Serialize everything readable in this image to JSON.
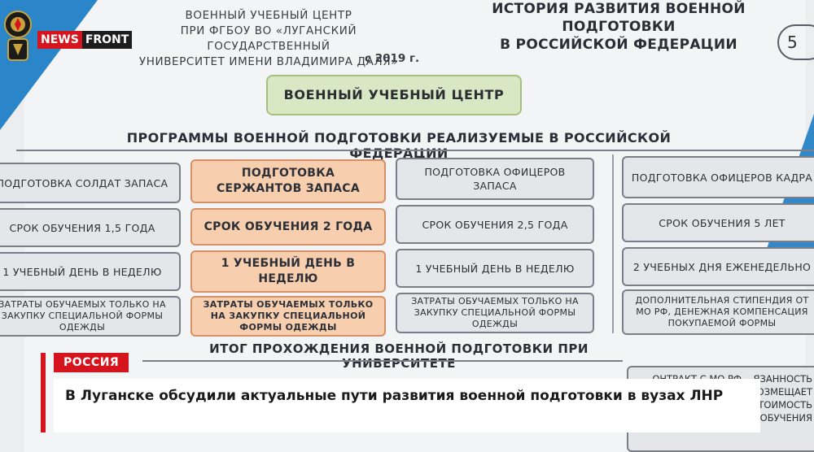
{
  "overlay": {
    "brand_news": "NEWS",
    "brand_front": "FRONT",
    "tag": "РОССИЯ",
    "caption": "В Луганске обсудили актуальные пути развития военной подготовки в вузах ЛНР"
  },
  "slide": {
    "header_left_line1": "ВОЕННЫЙ УЧЕБНЫЙ ЦЕНТР",
    "header_left_line2": "ПРИ ФГБОУ ВО «ЛУГАНСКИЙ ГОСУДАРСТВЕННЫЙ",
    "header_left_line3": "УНИВЕРСИТЕТ ИМЕНИ ВЛАДИМИРА ДАЛЯ»",
    "since": "с 2019 г.",
    "history_title_line1": "ИСТОРИЯ РАЗВИТИЯ ВОЕННОЙ ПОДГОТОВКИ",
    "history_title_line2": "В РОССИЙСКОЙ ФЕДЕРАЦИИ",
    "page_number": "5",
    "vuc_box": "ВОЕННЫЙ УЧЕБНЫЙ ЦЕНТР",
    "programs_title": "ПРОГРАММЫ ВОЕННОЙ ПОДГОТОВКИ РЕАЛИЗУЕМЫЕ В РОССИЙСКОЙ ФЕДЕРАЦИИ",
    "columns": [
      {
        "items": [
          "ПОДГОТОВКА СОЛДАТ ЗАПАСА",
          "СРОК ОБУЧЕНИЯ 1,5 ГОДА",
          "1 УЧЕБНЫЙ ДЕНЬ В НЕДЕЛЮ",
          "ЗАТРАТЫ ОБУЧАЕМЫХ ТОЛЬКО НА ЗАКУПКУ СПЕЦИАЛЬНОЙ ФОРМЫ ОДЕЖДЫ"
        ]
      },
      {
        "items": [
          "ПОДГОТОВКА СЕРЖАНТОВ ЗАПАСА",
          "СРОК ОБУЧЕНИЯ 2 ГОДА",
          "1 УЧЕБНЫЙ ДЕНЬ В НЕДЕЛЮ",
          "ЗАТРАТЫ ОБУЧАЕМЫХ ТОЛЬКО НА ЗАКУПКУ СПЕЦИАЛЬНОЙ ФОРМЫ ОДЕЖДЫ"
        ]
      },
      {
        "items": [
          "ПОДГОТОВКА ОФИЦЕРОВ ЗАПАСА",
          "СРОК ОБУЧЕНИЯ 2,5 ГОДА",
          "1 УЧЕБНЫЙ ДЕНЬ В НЕДЕЛЮ",
          "ЗАТРАТЫ ОБУЧАЕМЫХ ТОЛЬКО НА ЗАКУПКУ СПЕЦИАЛЬНОЙ ФОРМЫ ОДЕЖДЫ"
        ]
      },
      {
        "items": [
          "ПОДГОТОВКА ОФИЦЕРОВ КАДРА",
          "СРОК ОБУЧЕНИЯ 5 ЛЕТ",
          "2 УЧЕБНЫХ ДНЯ ЕЖЕНЕДЕЛЬНО",
          "ДОПОЛНИТЕЛЬНАЯ СТИПЕНДИЯ ОТ МО РФ, ДЕНЕЖНАЯ КОМПЕНСАЦИЯ ПОКУПАЕМОЙ ФОРМЫ"
        ]
      }
    ],
    "results_title": "ИТОГ ПРОХОЖДЕНИЯ ВОЕННОЙ ПОДГОТОВКИ ПРИ УНИВЕРСИТЕТЕ",
    "results_box": "...ОНТРАКТ С МО РФ ...ЯЗАННОСТЬ ПРОХОДИТЬ ...ВОЗМЕЩАЕТ ГОСУДАРСТВУ СТОИМОСТЬ ОБУЧЕНИЯ"
  }
}
